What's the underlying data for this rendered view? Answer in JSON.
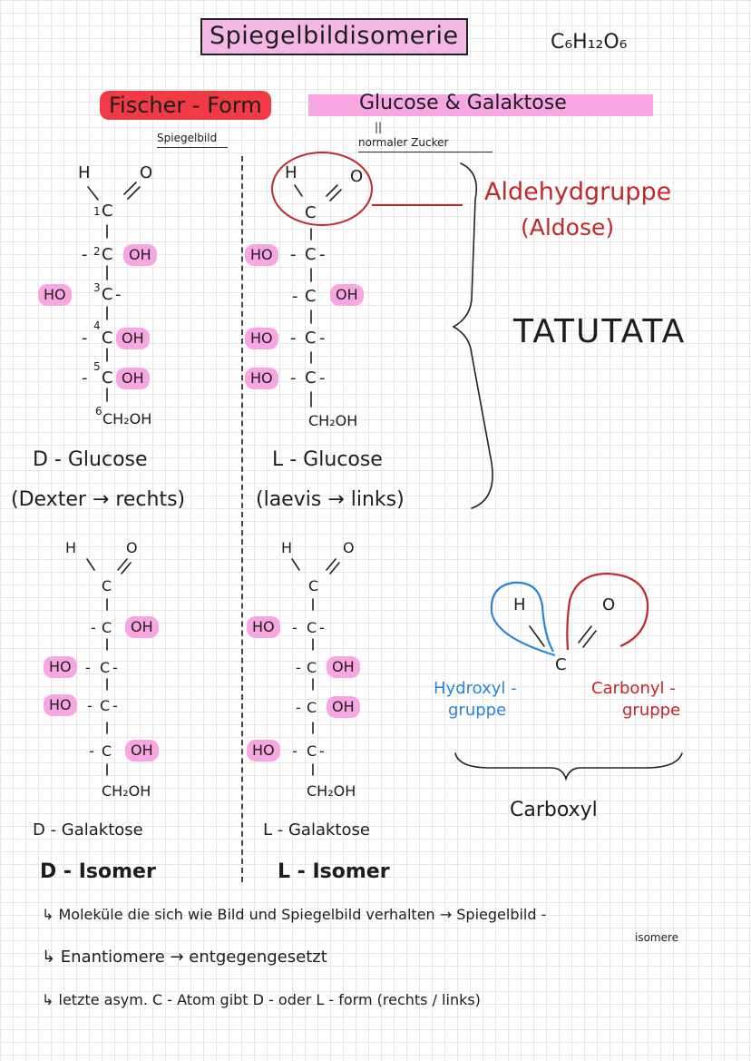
{
  "title": "Spiegelbildisomerie",
  "formula": "C₆H₁₂O₆",
  "subtitle": {
    "fischer": "Fischer - Form",
    "sugars": "Glucose & Galaktose"
  },
  "labels": {
    "spiegelbild": "Spiegelbild",
    "normal_marker": "||",
    "normal": "normaler Zucker",
    "aldehyd": "Aldehydgruppe",
    "aldose": "(Aldose)",
    "tatutata": "TATUTATA"
  },
  "d_glucose": {
    "h": "H",
    "o": "O",
    "c1": "C",
    "c1_num": "1",
    "rows": [
      {
        "num": "2",
        "left": "-",
        "c": "C",
        "right": "OH"
      },
      {
        "num": "3",
        "left": "HO",
        "c": "C",
        "right": "-"
      },
      {
        "num": "4",
        "left": "-",
        "c": "C",
        "right": "OH"
      },
      {
        "num": "5",
        "left": "-",
        "c": "C",
        "right": "OH"
      }
    ],
    "end_num": "6",
    "end": "CH₂OH",
    "name": "D - Glucose",
    "desc": "(Dexter → rechts)"
  },
  "l_glucose": {
    "h": "H",
    "o": "O",
    "c1": "C",
    "rows": [
      {
        "left": "HO",
        "c": "C",
        "right": "-"
      },
      {
        "left": "-",
        "c": "C",
        "right": "OH"
      },
      {
        "left": "HO",
        "c": "C",
        "right": "-"
      },
      {
        "left": "HO",
        "c": "C",
        "right": "-"
      }
    ],
    "end": "CH₂OH",
    "name": "L - Glucose",
    "desc": "(laevis → links)"
  },
  "d_galaktose": {
    "h": "H",
    "o": "O",
    "c1": "C",
    "rows": [
      {
        "left": "-",
        "c": "C",
        "right": "OH"
      },
      {
        "left": "HO",
        "c": "C",
        "right": "-"
      },
      {
        "left": "HO",
        "c": "C",
        "right": "-"
      },
      {
        "left": "-",
        "c": "C",
        "right": "OH"
      }
    ],
    "end": "CH₂OH",
    "name": "D - Galaktose",
    "isomer": "D - Isomer"
  },
  "l_galaktose": {
    "h": "H",
    "o": "O",
    "c1": "C",
    "rows": [
      {
        "left": "HO",
        "c": "C",
        "right": "-"
      },
      {
        "left": "-",
        "c": "C",
        "right": "OH"
      },
      {
        "left": "-",
        "c": "C",
        "right": "OH"
      },
      {
        "left": "HO",
        "c": "C",
        "right": "-"
      }
    ],
    "end": "CH₂OH",
    "name": "L - Galaktose",
    "isomer": "L - Isomer"
  },
  "groups": {
    "h": "H",
    "o": "O",
    "c": "C",
    "hydroxyl1": "Hydroxyl -",
    "hydroxyl2": "gruppe",
    "carbonyl1": "Carbonyl -",
    "carbonyl2": "gruppe",
    "carboxyl": "Carboxyl"
  },
  "notes": [
    {
      "text": "↳ Moleküle die sich wie Bild und Spiegelbild verhalten → Spiegelbild -",
      "extra": "isomere"
    },
    {
      "text": "↳ Enantiomere → entgegengesetzt"
    },
    {
      "text": "↳ letzte asym. C - Atom gibt  D - oder L - form (rechts / links)"
    }
  ],
  "colors": {
    "pink": "#f7a6e2",
    "red": "#c0282c",
    "blue": "#2b84d6",
    "highlight_red": "#f03b47"
  }
}
